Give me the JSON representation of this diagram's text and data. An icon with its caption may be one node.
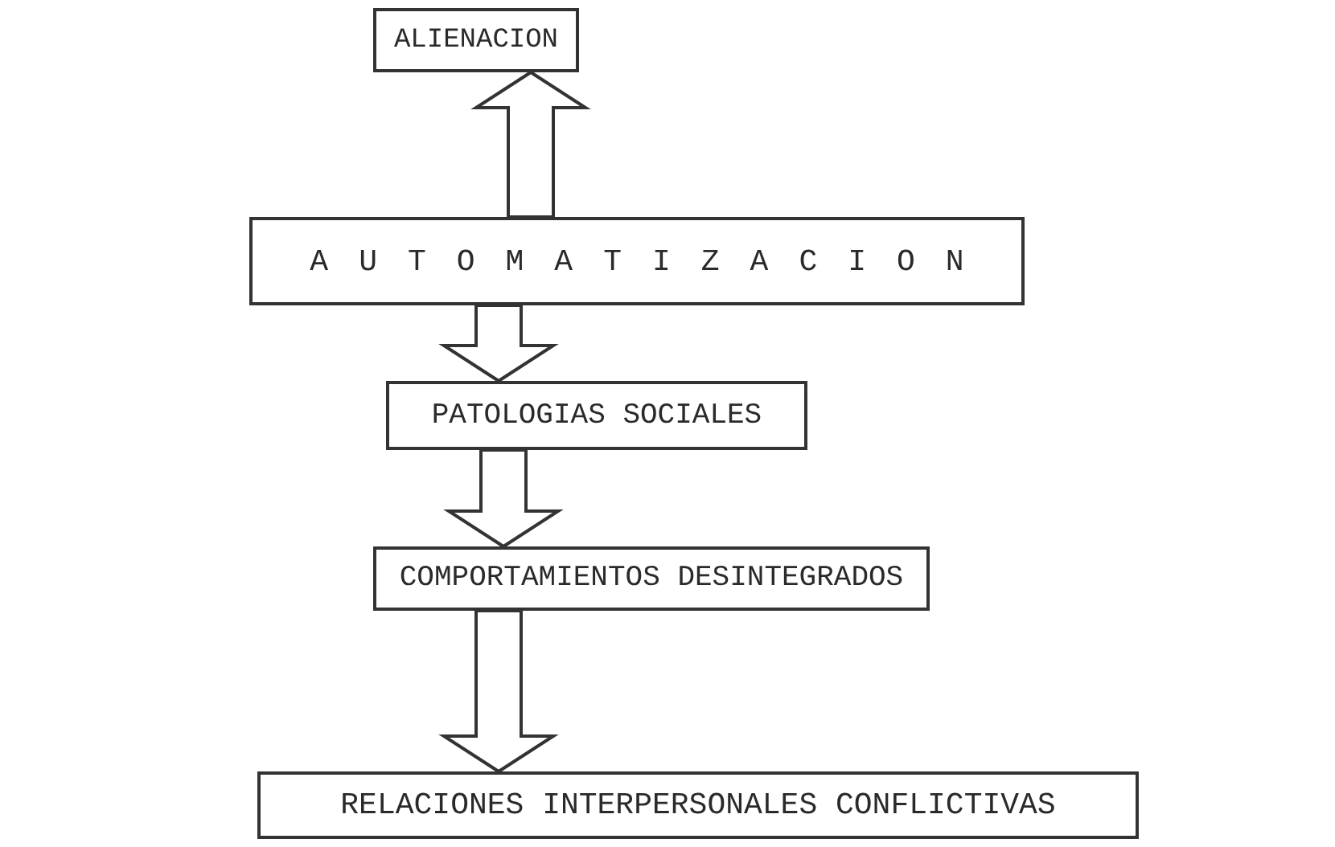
{
  "diagram": {
    "nodes": [
      {
        "text": [
          "ALIENACION"
        ]
      },
      {
        "text": [
          "AUTOMATIZACION"
        ]
      },
      {
        "text": [
          "PATOLOGIAS SOCIALES"
        ]
      },
      {
        "text": [
          "COMPORTAMIENTOS DESINTEGRADOS"
        ]
      },
      {
        "text": [
          "RELACIONES INTERPERSONALES CONFLICTIVAS"
        ]
      }
    ],
    "edges": [
      {
        "from": 1,
        "to": 0,
        "arrow": "to"
      },
      {
        "from": 1,
        "to": 2,
        "arrow": "to"
      },
      {
        "from": 2,
        "to": 3,
        "arrow": "to"
      },
      {
        "from": 3,
        "to": 4,
        "arrow": "to"
      }
    ]
  }
}
